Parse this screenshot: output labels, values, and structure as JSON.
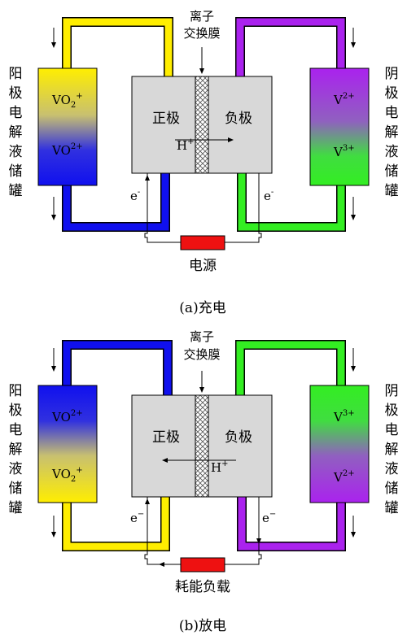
{
  "colors": {
    "yellow": "#ffee00",
    "blue": "#1010ee",
    "purple": "#aa22ee",
    "green": "#33ee22",
    "cell_fill": "#d8d8d8",
    "source": "#ee1111"
  },
  "charge": {
    "membrane_label_1": "离子",
    "membrane_label_2": "交换膜",
    "left_tank": [
      "阳",
      "极",
      "电",
      "解",
      "液",
      "储",
      "罐"
    ],
    "right_tank": [
      "阴",
      "极",
      "电",
      "解",
      "液",
      "储",
      "罐"
    ],
    "left_top_ion": "VO",
    "left_top_sub": "2",
    "left_top_sup": "+",
    "left_bottom_ion": "VO",
    "left_bottom_sup": "2+",
    "right_top_ion": "V",
    "right_top_sup": "2+",
    "right_bottom_ion": "V",
    "right_bottom_sup": "3+",
    "positive_electrode": "正极",
    "negative_electrode": "负极",
    "proton": "H",
    "proton_sup": "+",
    "electron_left": "e",
    "electron_right": "e",
    "electron_sup": "-",
    "power_label": "电源",
    "caption": "(a)充电"
  },
  "discharge": {
    "membrane_label_1": "离子",
    "membrane_label_2": "交换膜",
    "left_tank": [
      "阳",
      "极",
      "电",
      "解",
      "液",
      "储",
      "罐"
    ],
    "right_tank": [
      "阴",
      "极",
      "电",
      "解",
      "液",
      "储",
      "罐"
    ],
    "left_top_ion": "VO",
    "left_top_sup": "2+",
    "left_bottom_ion": "VO",
    "left_bottom_sub": "2",
    "left_bottom_sup": "+",
    "right_top_ion": "V",
    "right_top_sup": "3+",
    "right_bottom_ion": "V",
    "right_bottom_sup": "2+",
    "positive_electrode": "正极",
    "negative_electrode": "负极",
    "proton": "H",
    "proton_sup": "+",
    "electron_left": "e",
    "electron_right": "e",
    "electron_sup": "−",
    "load_label": "耗能负载",
    "caption": "(b)放电"
  }
}
